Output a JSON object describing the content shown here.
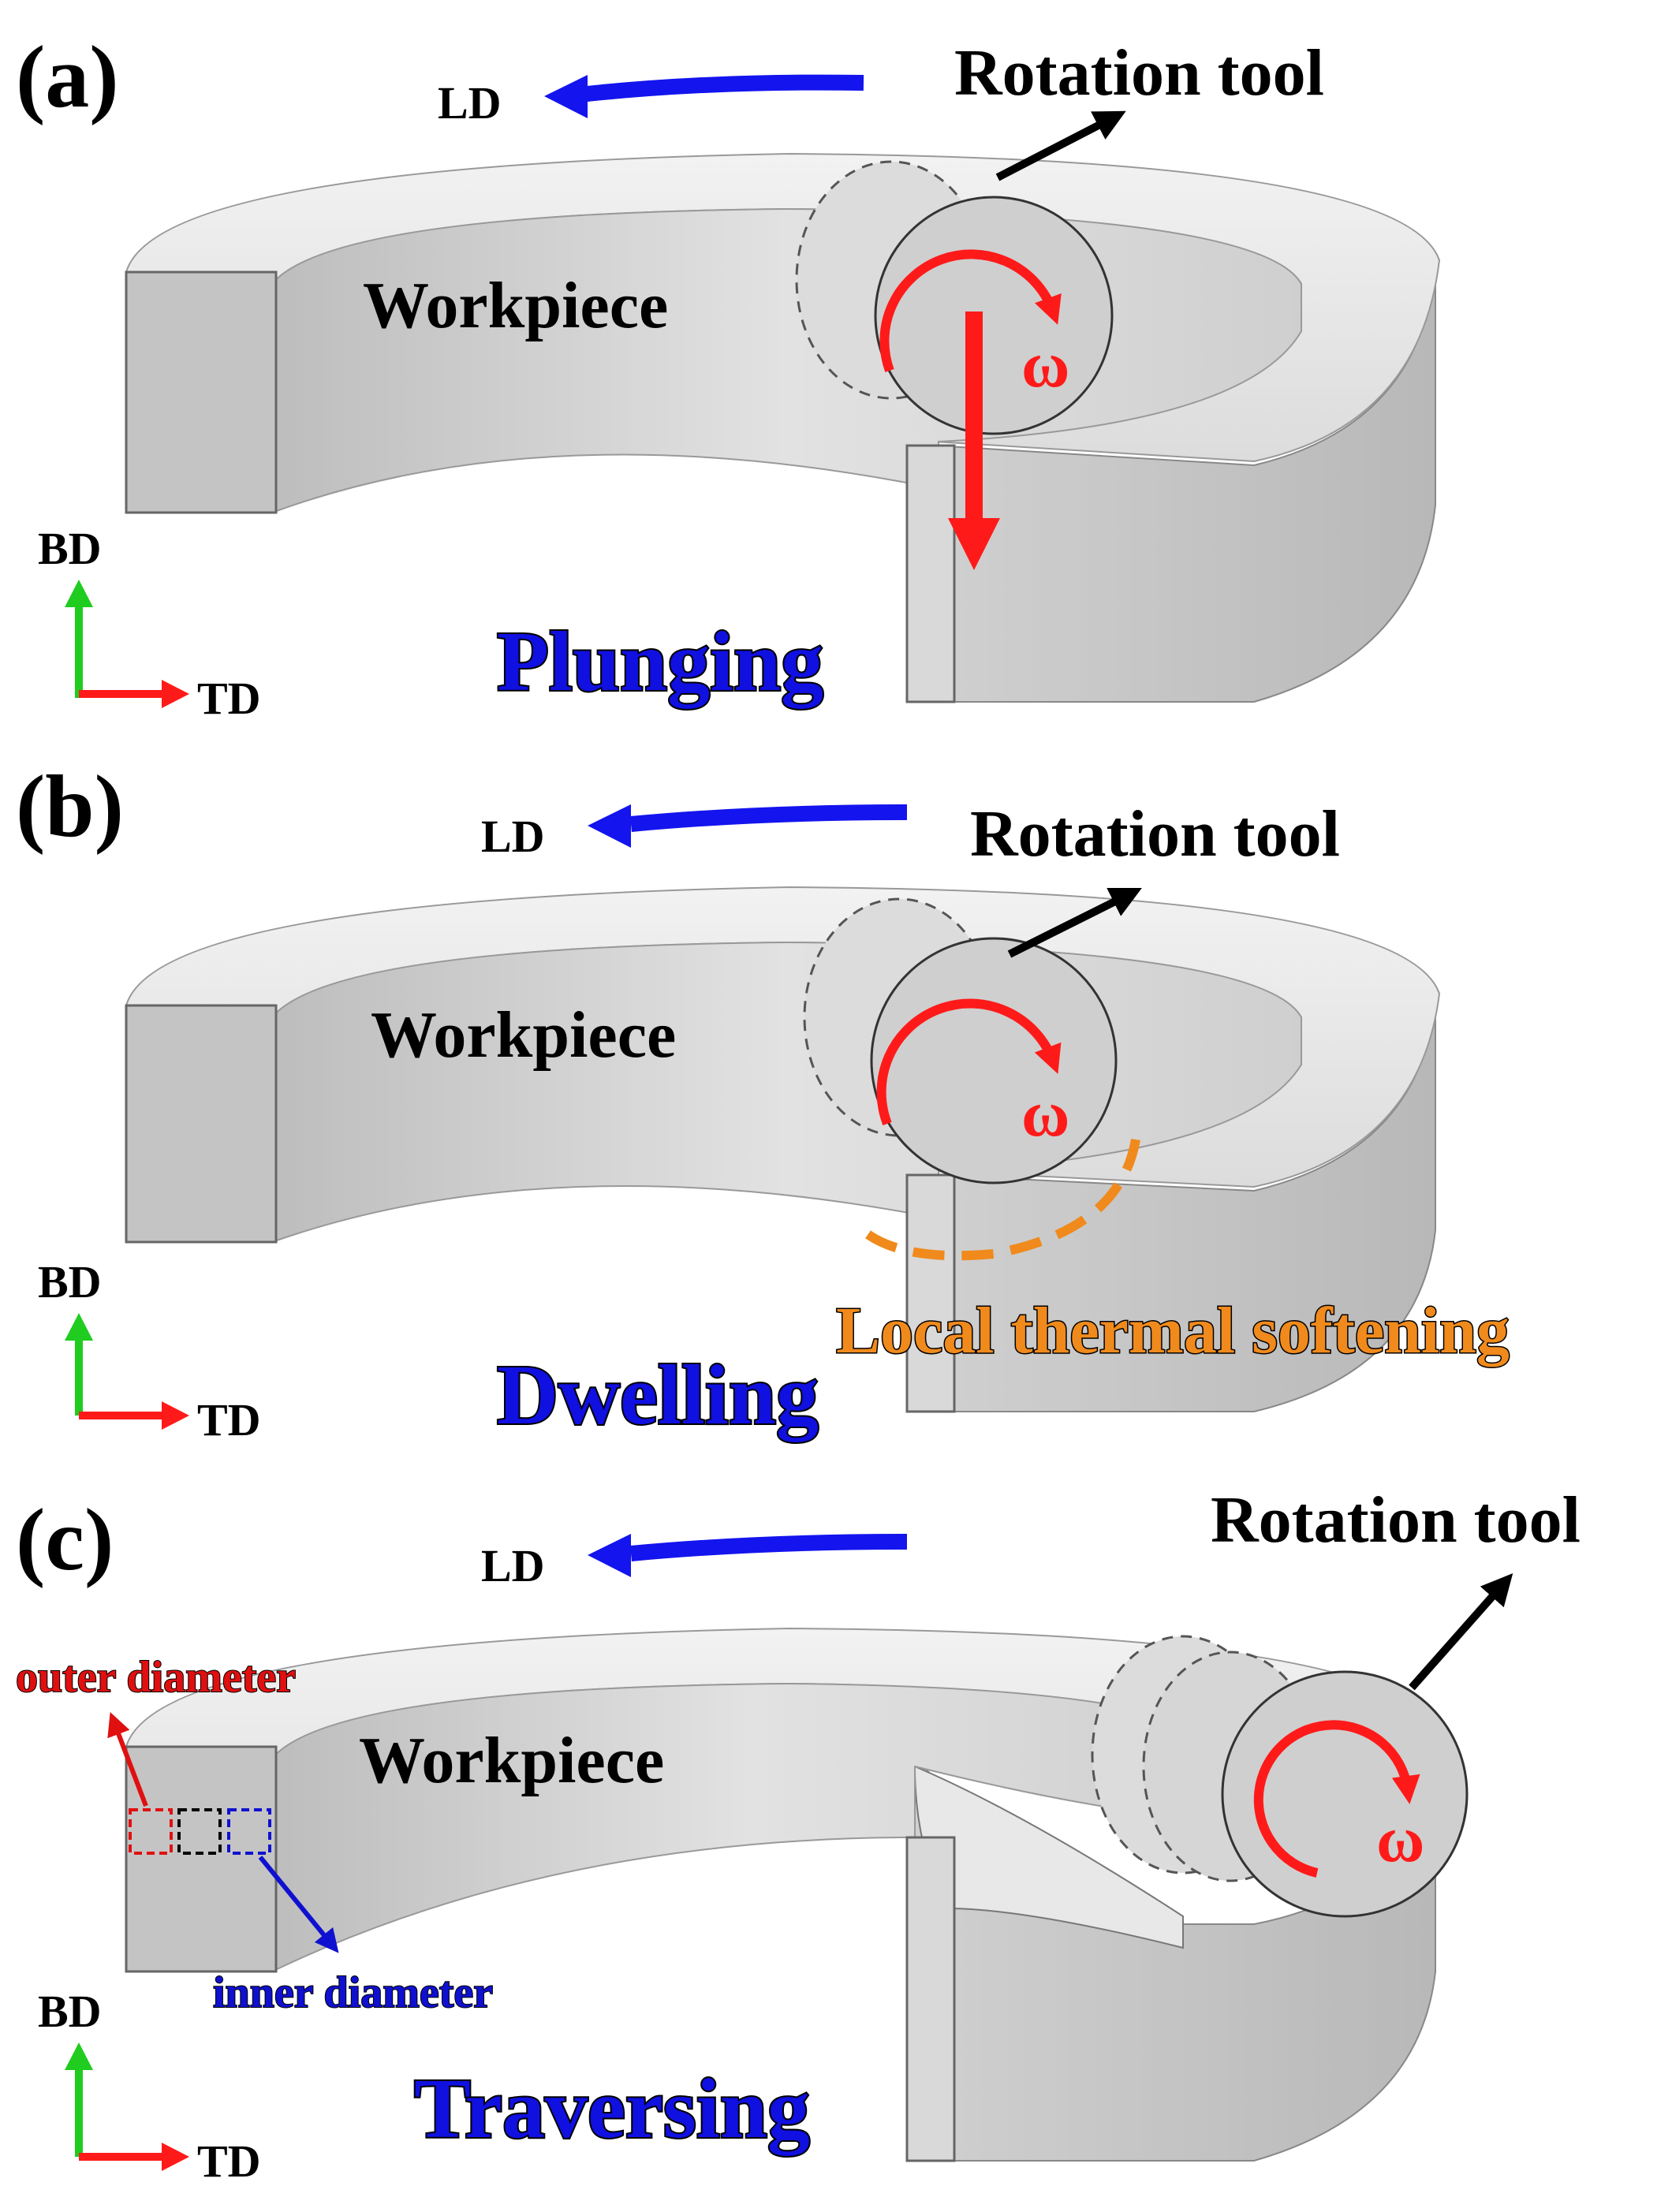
{
  "panels": [
    {
      "letter": "(a)",
      "tool_label": "Rotation tool",
      "work_label": "Workpiece",
      "omega": "ω",
      "ld": "LD",
      "bd": "BD",
      "td": "TD",
      "step": "Plunging"
    },
    {
      "letter": "(b)",
      "tool_label": "Rotation tool",
      "work_label": "Workpiece",
      "omega": "ω",
      "ld": "LD",
      "bd": "BD",
      "td": "TD",
      "step": "Dwelling",
      "note": "Local thermal softening"
    },
    {
      "letter": "(c)",
      "tool_label": "Rotation tool",
      "work_label": "Workpiece",
      "omega": "ω",
      "ld": "LD",
      "bd": "BD",
      "td": "TD",
      "step": "Traversing",
      "outer": "outer diameter",
      "inner": "inner diameter"
    }
  ],
  "colors": {
    "step_text": "#1010e0",
    "arrow_red": "#ff1a1a",
    "arrow_blue": "#1414ee",
    "axis_green": "#1fcc1f",
    "note_orange": "#f08a1c",
    "outer_red": "#e01010",
    "inner_blue": "#1010d0"
  }
}
